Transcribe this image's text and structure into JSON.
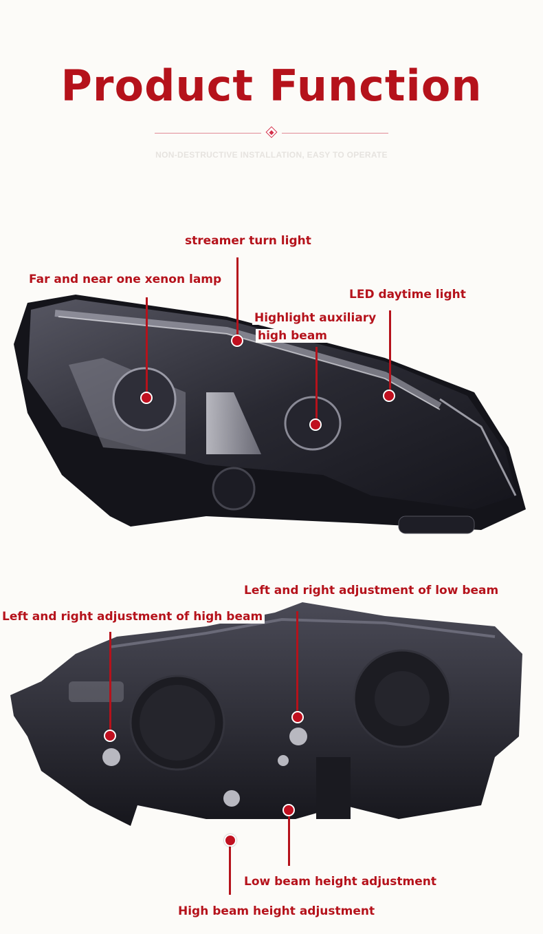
{
  "header": {
    "title": "Product Function",
    "subtitle": "NON-DESTRUCTIVE INSTALLATION, EASY TO OPERATE"
  },
  "colors": {
    "accent": "#b5121b",
    "background": "#fcfbf8",
    "divider": "#e08a96"
  },
  "front_view": {
    "callouts": [
      {
        "label": "streamer turn light"
      },
      {
        "label": "Far and near one xenon lamp"
      },
      {
        "label": "LED daytime light"
      },
      {
        "label": "Highlight auxiliary"
      },
      {
        "label": "high beam"
      }
    ]
  },
  "rear_view": {
    "callouts": [
      {
        "label": "Left and right adjustment of low beam"
      },
      {
        "label": "Left and right adjustment of high beam"
      },
      {
        "label": "Low beam height adjustment"
      },
      {
        "label": "High beam height adjustment"
      }
    ]
  }
}
